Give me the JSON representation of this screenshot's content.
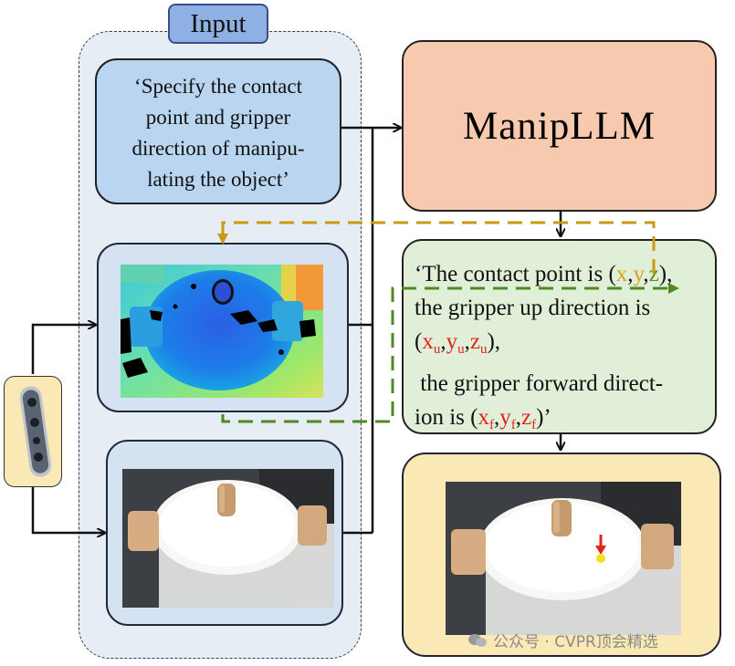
{
  "input_label": "Input",
  "instruction_lines": [
    "‘Specify the contact",
    "point and gripper",
    "direction of manipu-",
    "lating the object’"
  ],
  "model_name": "ManipLLM",
  "output": {
    "l1_pre": "‘The contact point is (",
    "l1_x": "x",
    "l1_y": "y",
    "l1_z": "z",
    "l1_post": "),",
    "l2": "the gripper up direction is",
    "l3_open": "(",
    "l3_x": "x",
    "l3_xs": "u",
    "l3_y": "y",
    "l3_ys": "u",
    "l3_z": "z",
    "l3_zs": "u",
    "l3_close": "),",
    "l4": " the gripper forward direct-",
    "l5_pre": "ion is (",
    "l5_x": "x",
    "l5_xs": "f",
    "l5_y": "y",
    "l5_ys": "f",
    "l5_z": "z",
    "l5_zs": "f",
    "l5_post": ")’",
    "comma": ","
  },
  "watermark": "公众号 · CVPR顶会精选",
  "colors": {
    "coord_red": "#e2231a",
    "contact_gold": "#d9a21a",
    "contact_green": "#5e8f2a",
    "arrow_gold": "#c99a0e",
    "arrow_green": "#4e8a22"
  }
}
